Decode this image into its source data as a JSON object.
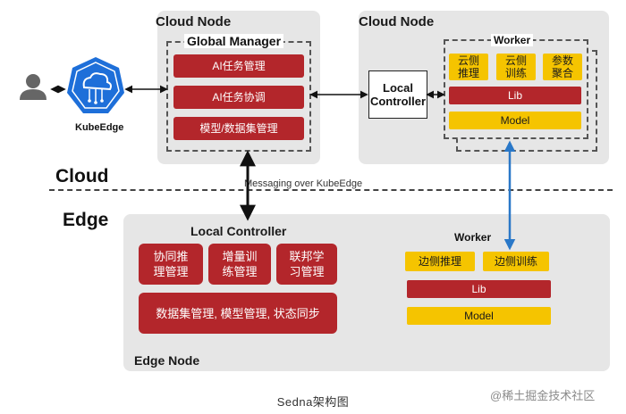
{
  "kubeedge": {
    "label": "KubeEdge"
  },
  "cloud_node_1": {
    "title": "Cloud Node",
    "global_manager": {
      "title": "Global Manager",
      "items": [
        "AI任务管理",
        "AI任务协调",
        "模型/数据集管理"
      ]
    }
  },
  "cloud_node_2": {
    "title": "Cloud Node",
    "local_controller": "Local Controller",
    "worker": {
      "title": "Worker",
      "tasks": [
        "云侧推理",
        "云侧训练",
        "参数聚合"
      ],
      "lib": "Lib",
      "model": "Model"
    }
  },
  "regions": {
    "cloud": "Cloud",
    "edge": "Edge"
  },
  "messaging": "Messaging over KubeEdge",
  "edge_node": {
    "title": "Edge Node",
    "local_controller": {
      "title": "Local Controller",
      "items": [
        "协同推理管理",
        "增量训练管理",
        "联邦学习管理"
      ],
      "wide": "数据集管理, 模型管理, 状态同步"
    },
    "worker": {
      "title": "Worker",
      "tasks": [
        "边侧推理",
        "边侧训练"
      ],
      "lib": "Lib",
      "model": "Model"
    }
  },
  "caption": "Sedna架构图",
  "watermark": "@稀土掘金技术社区",
  "colors": {
    "red": "#b3262b",
    "yellow": "#f5c400",
    "panel": "#e6e6e6",
    "kubeedge_blue": "#1e6fd9",
    "arrow_blue": "#2a78c8"
  }
}
